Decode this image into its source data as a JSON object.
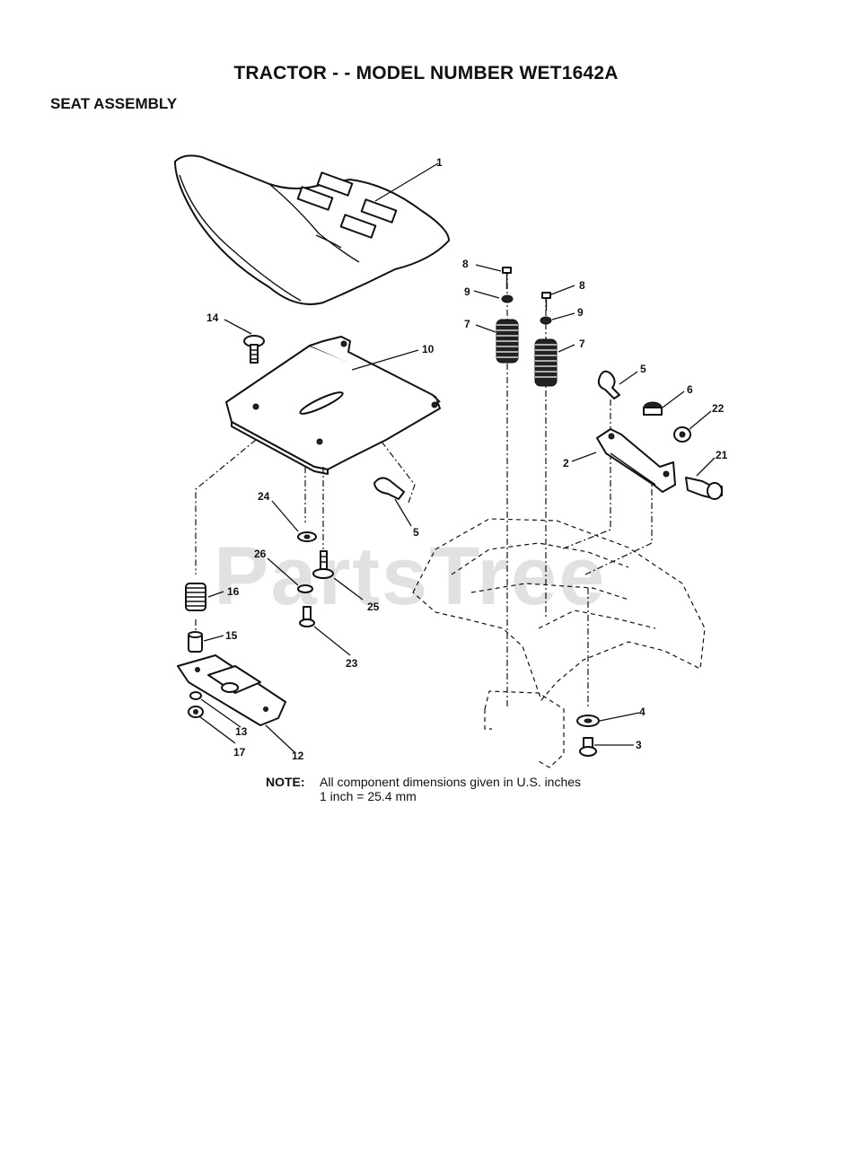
{
  "header": {
    "title": "TRACTOR - - MODEL NUMBER WET1642A",
    "section": "SEAT ASSEMBLY"
  },
  "watermark": "PartsTree",
  "callouts": {
    "c1": "1",
    "c2": "2",
    "c3": "3",
    "c4": "4",
    "c5a": "5",
    "c5b": "5",
    "c6": "6",
    "c7a": "7",
    "c7b": "7",
    "c8a": "8",
    "c8b": "8",
    "c9a": "9",
    "c9b": "9",
    "c10": "10",
    "c12": "12",
    "c13": "13",
    "c14": "14",
    "c15": "15",
    "c16": "16",
    "c17": "17",
    "c21": "21",
    "c22": "22",
    "c23": "23",
    "c24": "24",
    "c25": "25",
    "c26": "26"
  },
  "note": {
    "label": "NOTE:",
    "line1": "All component dimensions given in U.S. inches",
    "line2": "1 inch = 25.4 mm"
  }
}
